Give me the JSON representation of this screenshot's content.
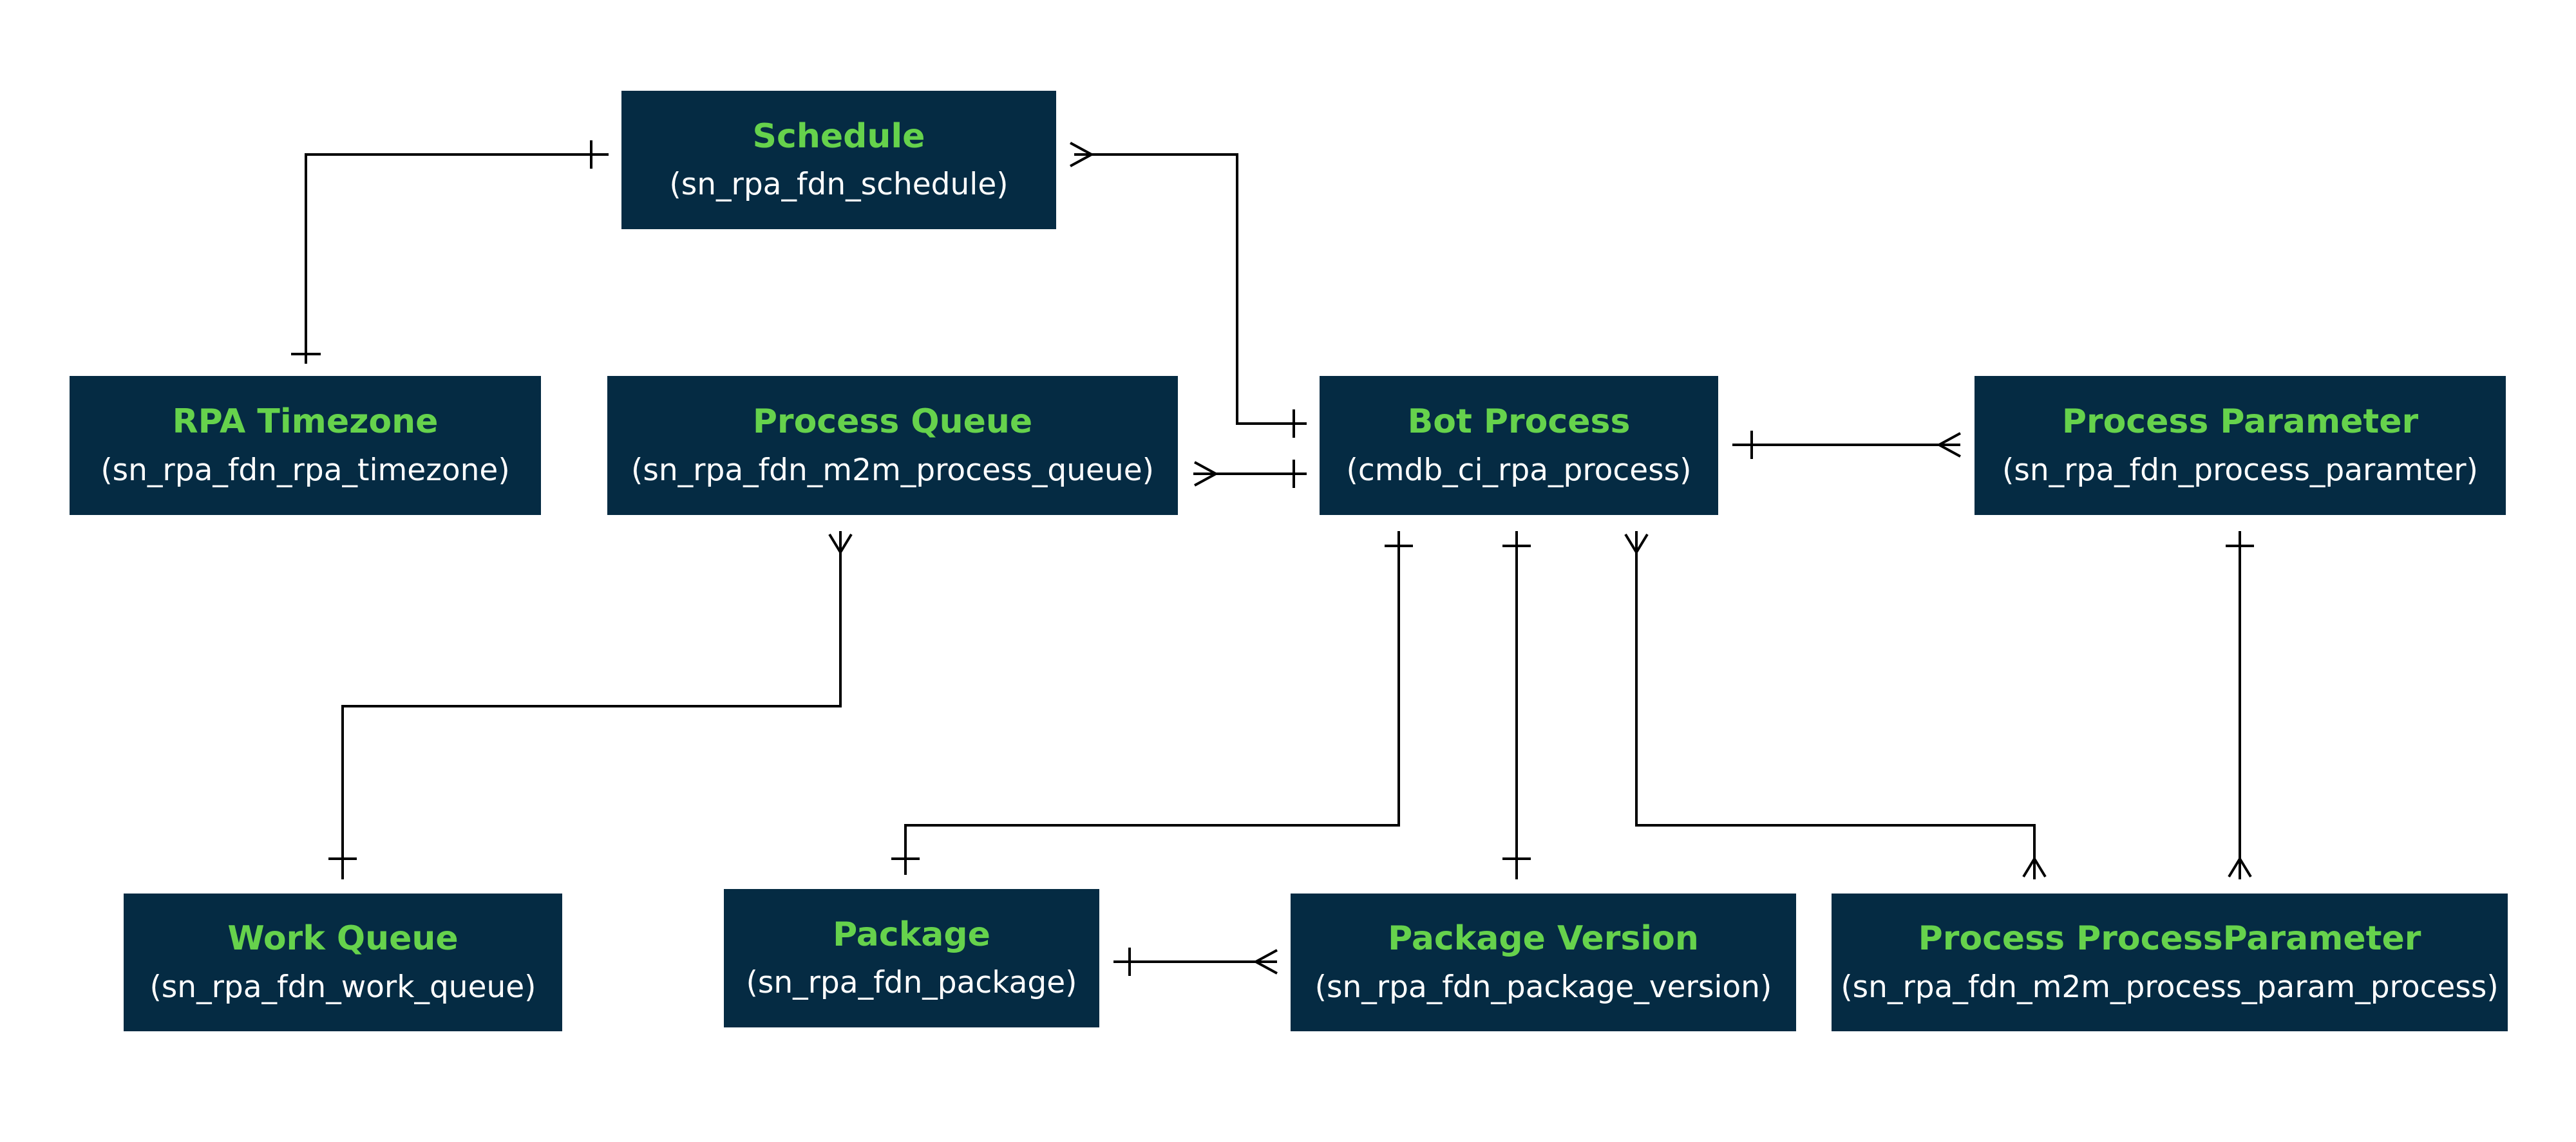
{
  "colors": {
    "box_background": "#052b43",
    "title_text": "#66d24c",
    "table_text": "#ffffff",
    "connector": "#000000",
    "page_background": "#ffffff"
  },
  "entities": {
    "schedule": {
      "title": "Schedule",
      "table": "(sn_rpa_fdn_schedule)"
    },
    "rpa_timezone": {
      "title": "RPA Timezone",
      "table": "(sn_rpa_fdn_rpa_timezone)"
    },
    "process_queue": {
      "title": "Process Queue",
      "table": "(sn_rpa_fdn_m2m_process_queue)"
    },
    "bot_process": {
      "title": "Bot Process",
      "table": "(cmdb_ci_rpa_process)"
    },
    "process_parameter": {
      "title": "Process Parameter",
      "table": "(sn_rpa_fdn_process_paramter)"
    },
    "work_queue": {
      "title": "Work Queue",
      "table": "(sn_rpa_fdn_work_queue)"
    },
    "package": {
      "title": "Package",
      "table": "(sn_rpa_fdn_package)"
    },
    "package_version": {
      "title": "Package Version",
      "table": "(sn_rpa_fdn_package_version)"
    },
    "process_processparameter": {
      "title": "Process ProcessParameter",
      "table": "(sn_rpa_fdn_m2m_process_param_process)"
    }
  },
  "relationships": [
    {
      "from": "Schedule",
      "from_end": "one",
      "to": "RPA Timezone",
      "to_end": "one"
    },
    {
      "from": "Schedule",
      "from_end": "many",
      "to": "Bot Process",
      "to_end": "one"
    },
    {
      "from": "Process Queue",
      "from_end": "many",
      "to": "Bot Process",
      "to_end": "one"
    },
    {
      "from": "Bot Process",
      "from_end": "one",
      "to": "Process Parameter",
      "to_end": "many"
    },
    {
      "from": "Process Queue",
      "from_end": "many",
      "to": "Work Queue",
      "to_end": "one"
    },
    {
      "from": "Bot Process",
      "from_end": "one",
      "to": "Package",
      "to_end": "one"
    },
    {
      "from": "Bot Process",
      "from_end": "one",
      "to": "Package Version",
      "to_end": "one"
    },
    {
      "from": "Bot Process",
      "from_end": "many",
      "to": "Process ProcessParameter",
      "to_end": "many"
    },
    {
      "from": "Process Parameter",
      "from_end": "one",
      "to": "Process ProcessParameter",
      "to_end": "many"
    },
    {
      "from": "Package",
      "from_end": "one",
      "to": "Package Version",
      "to_end": "many"
    }
  ]
}
